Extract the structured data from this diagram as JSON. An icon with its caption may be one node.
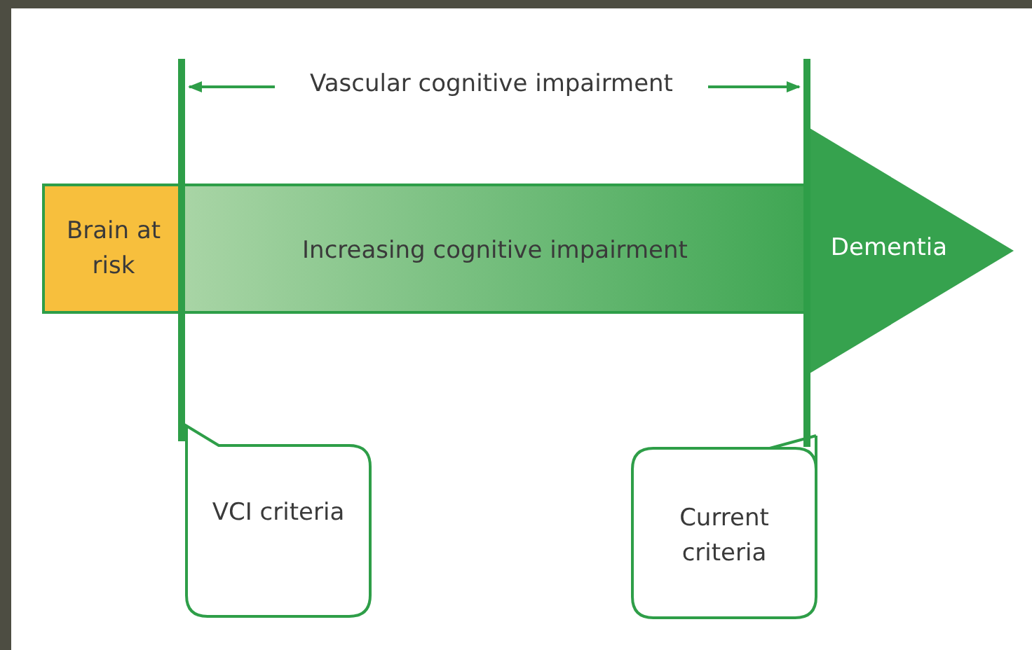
{
  "diagram": {
    "nodes": [
      {
        "text": [
          "Brain at risk"
        ]
      },
      {
        "text": [
          "Increasing cognitive impairment"
        ]
      },
      {
        "text": [
          "Dementia"
        ]
      },
      {
        "text": [
          "VCI criteria"
        ]
      },
      {
        "text": [
          "Current criteria"
        ]
      }
    ],
    "labels": [
      "Vascular cognitive impairment"
    ]
  }
}
